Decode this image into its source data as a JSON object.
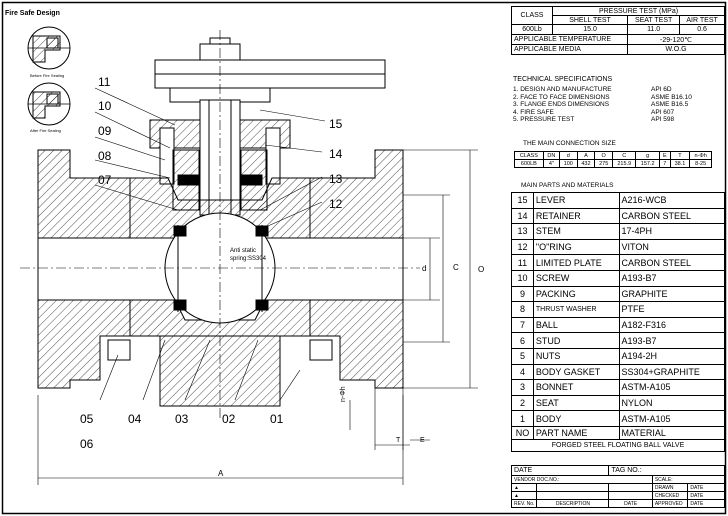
{
  "fire_safe": {
    "title": "Fire Safe Design",
    "before": "Before Fire Sealing",
    "after": "After Fire Sealing"
  },
  "callouts": {
    "left": [
      "11",
      "10",
      "09",
      "08",
      "07"
    ],
    "right": [
      "15",
      "14",
      "13",
      "12"
    ],
    "bottom_row1": [
      "05",
      "04",
      "03",
      "02",
      "01"
    ],
    "bottom_row2": "06",
    "antistatic": [
      "Anti static",
      "spring:SS304"
    ]
  },
  "dims": {
    "A": "A",
    "d": "d",
    "C": "C",
    "O": "O",
    "nphi": "n-Φh",
    "T": "T",
    "E": "E"
  },
  "pressure": {
    "header": "PRESSURE TEST (MPa)",
    "class_label": "CLASS",
    "cols": [
      "SHELL TEST",
      "SEAT TEST",
      "AIR TEST"
    ],
    "row": [
      "600Lb",
      "15.0",
      "11.0",
      "0.6"
    ],
    "temp_label": "APPLICABLE TEMPERATURE",
    "temp_value": "-29-120℃",
    "media_label": "APPLICABLE MEDIA",
    "media_value": "W.O.G"
  },
  "tech": {
    "title": "TECHNICAL SPECIFICATIONS",
    "items": [
      {
        "k": "1. DESIGN AND MANUFACTURE",
        "v": "API 6D"
      },
      {
        "k": "2. FACE TO FACE DIMENSIONS",
        "v": "ASME B16.10"
      },
      {
        "k": "3. FLANGE ENDS DIMENSIONS",
        "v": "ASME B16.5"
      },
      {
        "k": "4. FIRE SAFE",
        "v": "API 607"
      },
      {
        "k": "5. PRESSURE TEST",
        "v": "API 598"
      }
    ]
  },
  "connection": {
    "title": "THE MAIN CONNECTION SIZE",
    "headers": [
      "CLASS",
      "DN",
      "d",
      "A",
      "O",
      "C",
      "g",
      "E",
      "T",
      "n-Φh"
    ],
    "row": [
      "600LB",
      "4\"",
      "100",
      "432",
      "275",
      "215.9",
      "157.2",
      "7",
      "38.1",
      "8-25"
    ]
  },
  "parts": {
    "title": "MAIN PARTS AND MATERIALS",
    "rows": [
      {
        "no": "15",
        "name": "LEVER",
        "mat": "A216-WCB"
      },
      {
        "no": "14",
        "name": "RETAINER",
        "mat": "CARBON STEEL"
      },
      {
        "no": "13",
        "name": "STEM",
        "mat": "17-4PH"
      },
      {
        "no": "12",
        "name": "\"O\"RING",
        "mat": "VITON"
      },
      {
        "no": "11",
        "name": "LIMITED PLATE",
        "mat": "CARBON STEEL"
      },
      {
        "no": "10",
        "name": "SCREW",
        "mat": "A193-B7"
      },
      {
        "no": "9",
        "name": "PACKING",
        "mat": "GRAPHITE"
      },
      {
        "no": "8",
        "name": "THRUST WASHER",
        "mat": "PTFE"
      },
      {
        "no": "7",
        "name": "BALL",
        "mat": "A182-F316"
      },
      {
        "no": "6",
        "name": "STUD",
        "mat": "A193-B7"
      },
      {
        "no": "5",
        "name": "NUTS",
        "mat": "A194-2H"
      },
      {
        "no": "4",
        "name": "BODY GASKET",
        "mat": "SS304+GRAPHITE"
      },
      {
        "no": "3",
        "name": "BONNET",
        "mat": "ASTM-A105"
      },
      {
        "no": "2",
        "name": "SEAT",
        "mat": "NYLON"
      },
      {
        "no": "1",
        "name": "BODY",
        "mat": "ASTM-A105"
      }
    ],
    "header": {
      "no": "NO",
      "name": "PART NAME",
      "mat": "MATERIAL"
    }
  },
  "title_block": {
    "title": "FORGED STEEL FLOATING BALL VALVE",
    "date": "DATE",
    "tag": "TAG NO.:",
    "vendor": "VENDOR DOC.NO.:",
    "scale": "SCALE:",
    "drawn": "DRAWN",
    "checked": "CHECKED",
    "approved": "APPROVED",
    "rev": "REV. No.",
    "description": "DESCRIPTION",
    "date_small": "DATE"
  }
}
